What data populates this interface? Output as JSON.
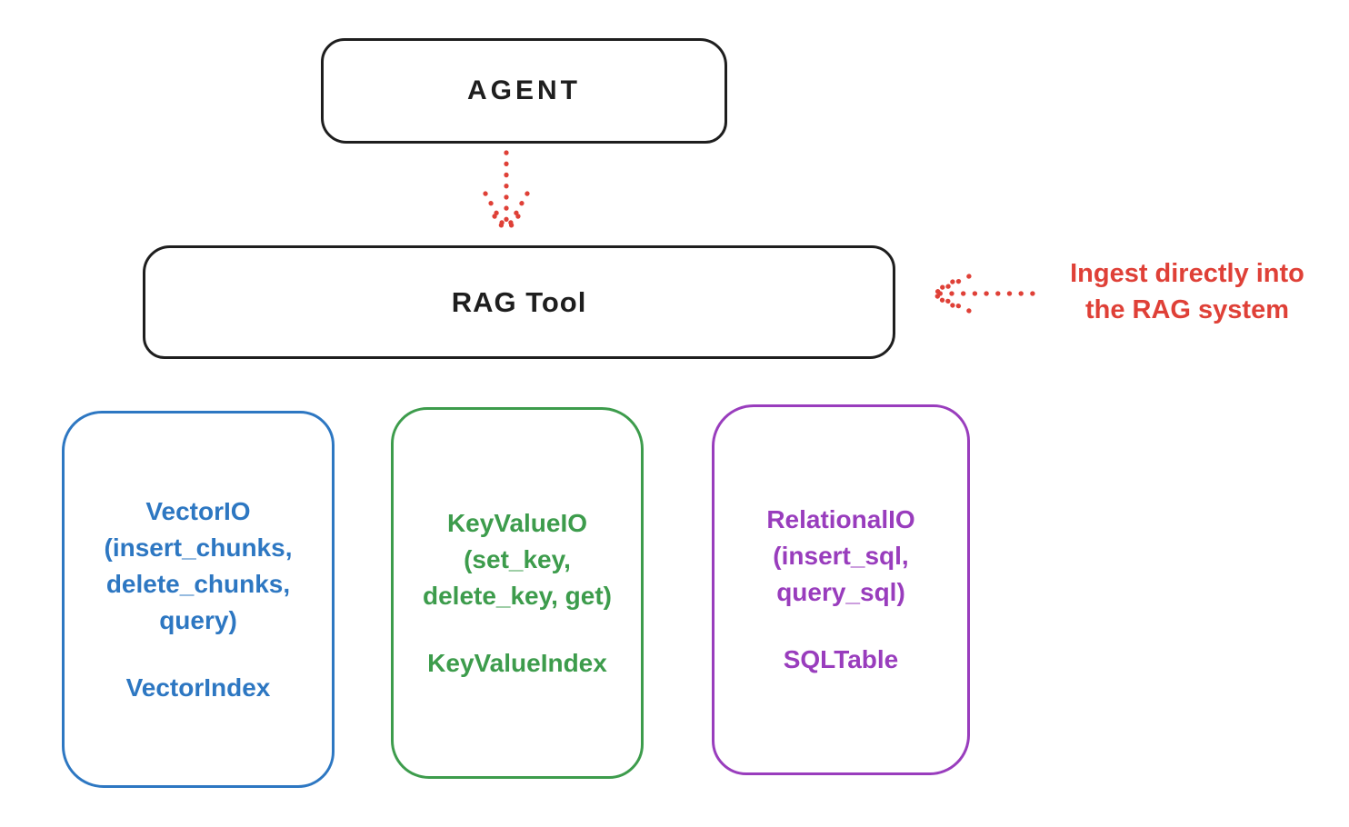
{
  "colors": {
    "stroke": "#1e1e1e",
    "red": "#df4037",
    "blue": "#2d77c2",
    "green": "#3d9c4c",
    "purple": "#993dbd",
    "background": "#ffffff"
  },
  "nodes": {
    "agent": {
      "label": "AGENT"
    },
    "rag_tool": {
      "label": "RAG Tool"
    }
  },
  "annotation": {
    "lines": [
      "Ingest directly into",
      "the RAG system"
    ]
  },
  "arrows": [
    {
      "name": "agent-to-ragtool",
      "style": "dotted",
      "color": "#df4037",
      "direction": "down"
    },
    {
      "name": "ingest-into-ragtool",
      "style": "dotted",
      "color": "#df4037",
      "direction": "left"
    }
  ],
  "boxes": [
    {
      "name": "VectorIO",
      "lines": [
        "VectorIO",
        "(insert_chunks,",
        "delete_chunks,",
        "query)"
      ],
      "index": "VectorIndex",
      "color": "#2d77c2"
    },
    {
      "name": "KeyValueIO",
      "lines": [
        "KeyValueIO",
        "(set_key,",
        "delete_key, get)"
      ],
      "index": "KeyValueIndex",
      "color": "#3d9c4c"
    },
    {
      "name": "RelationalIO",
      "lines": [
        "RelationalIO",
        "(insert_sql,",
        "query_sql)"
      ],
      "index": "SQLTable",
      "color": "#993dbd"
    }
  ]
}
